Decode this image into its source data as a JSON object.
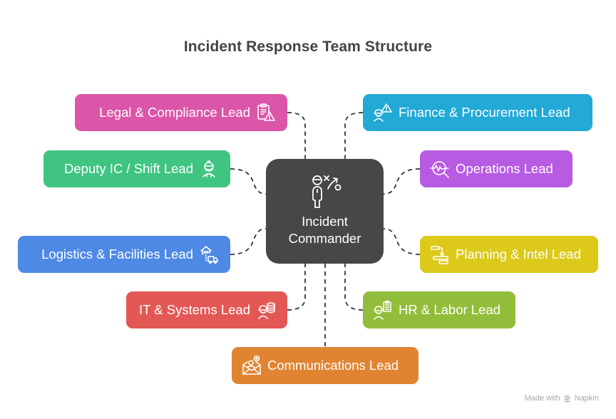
{
  "title": "Incident Response Team Structure",
  "center": {
    "line1": "Incident",
    "line2": "Commander",
    "icon": "strategy-person-icon",
    "color": "#474747"
  },
  "nodes": [
    {
      "id": "legal",
      "label": "Legal & Compliance Lead",
      "icon": "clipboard-warning-icon",
      "color": "#DB55A8",
      "side": "left"
    },
    {
      "id": "deputy",
      "label": "Deputy IC / Shift Lead",
      "icon": "worker-helmet-icon",
      "color": "#3FC482",
      "side": "left"
    },
    {
      "id": "logistics",
      "label": "Logistics & Facilities Lead",
      "icon": "warehouse-truck-icon",
      "color": "#4D89E5",
      "side": "left"
    },
    {
      "id": "it",
      "label": "IT & Systems Lead",
      "icon": "worker-database-icon",
      "color": "#E35855",
      "side": "left"
    },
    {
      "id": "finance",
      "label": "Finance & Procurement Lead",
      "icon": "person-warning-icon",
      "color": "#22A9D6",
      "side": "right"
    },
    {
      "id": "operations",
      "label": "Operations Lead",
      "icon": "activity-search-icon",
      "color": "#B75BE2",
      "side": "right"
    },
    {
      "id": "planning",
      "label": "Planning & Intel Lead",
      "icon": "gantt-flow-icon",
      "color": "#DCC919",
      "side": "right"
    },
    {
      "id": "hr",
      "label": "HR & Labor Lead",
      "icon": "worker-checklist-icon",
      "color": "#92BD3A",
      "side": "right"
    },
    {
      "id": "communications",
      "label": "Communications Lead",
      "icon": "mail-add-person-icon",
      "color": "#E08432",
      "side": "bottom"
    }
  ],
  "connector_color": "#333333",
  "footer": {
    "text_prefix": "Made with",
    "brand": "Napkin",
    "icon": "napkin-logo-icon"
  }
}
